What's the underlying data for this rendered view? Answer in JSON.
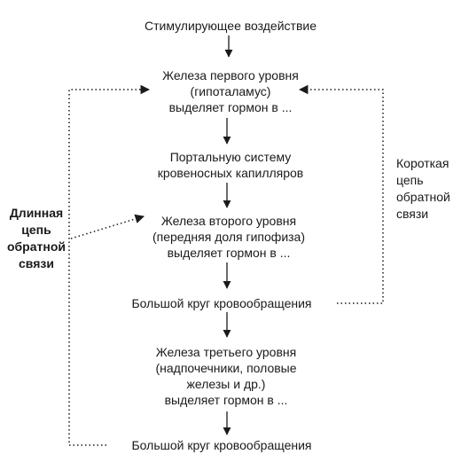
{
  "steps": [
    {
      "lines": [
        "Стимулирующее воздействие"
      ]
    },
    {
      "lines": [
        "Железа первого уровня",
        "(гипоталамус)",
        "выделяет гормон в ..."
      ]
    },
    {
      "lines": [
        "Портальную систему",
        "кровеносных капилляров"
      ]
    },
    {
      "lines": [
        "Железа второго уровня",
        "(передняя доля гипофиза)",
        "выделяет гормон в ..."
      ]
    },
    {
      "lines": [
        "Большой круг кровообращения"
      ]
    },
    {
      "lines": [
        "Железа третьего уровня",
        "(надпочечники, половые",
        "железы и др.)",
        "выделяет гормон в ..."
      ]
    },
    {
      "lines": [
        "Большой круг кровообращения"
      ]
    }
  ],
  "long_loop": {
    "lines": [
      "Длинная",
      "цепь",
      "обратной",
      "связи"
    ]
  },
  "short_loop": {
    "lines": [
      "Короткая",
      "цепь",
      "обратной",
      "связи"
    ]
  }
}
